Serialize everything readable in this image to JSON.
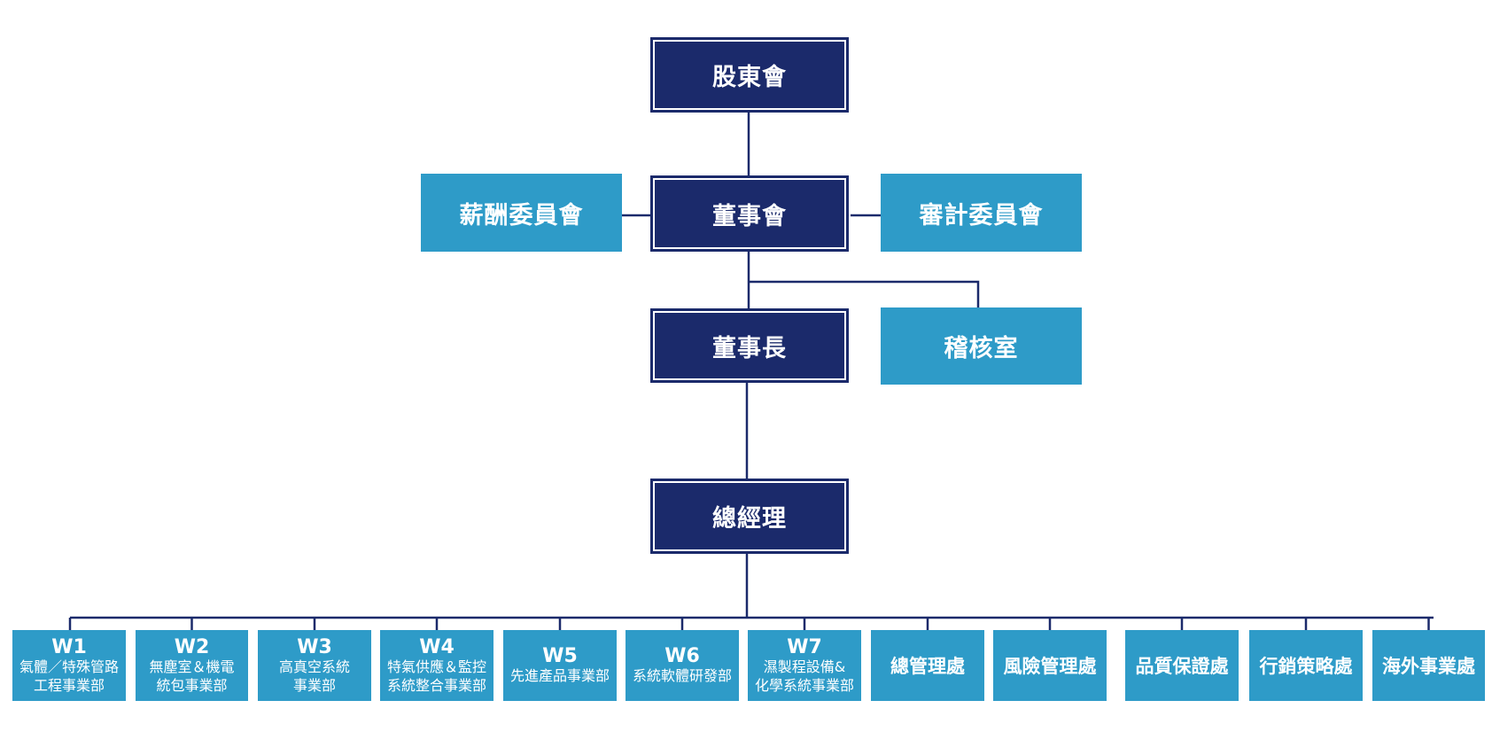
{
  "colors": {
    "dark": "#1b2a6b",
    "light": "#2e9bc8",
    "line": "#1b2a6b"
  },
  "top": {
    "shareholders": "股東會",
    "board": "董事會",
    "remuneration": "薪酬委員會",
    "audit_committee": "審計委員會",
    "chairman": "董事長",
    "internal_audit": "稽核室",
    "president": "總經理"
  },
  "divisions": [
    {
      "code": "W1",
      "name": [
        "氣體／特殊管路",
        "工程事業部"
      ]
    },
    {
      "code": "W2",
      "name": [
        "無塵室＆機電",
        "統包事業部"
      ]
    },
    {
      "code": "W3",
      "name": [
        "高真空系統",
        "事業部"
      ]
    },
    {
      "code": "W4",
      "name": [
        "特氣供應＆監控",
        "系統整合事業部"
      ]
    },
    {
      "code": "W5",
      "name": [
        "先進產品事業部"
      ]
    },
    {
      "code": "W6",
      "name": [
        "系統軟體研發部"
      ]
    },
    {
      "code": "W7",
      "name": [
        "濕製程設備&",
        "化學系統事業部"
      ]
    },
    {
      "code": "",
      "name": [
        "總管理處"
      ]
    },
    {
      "code": "",
      "name": [
        "風險管理處"
      ]
    },
    {
      "code": "",
      "name": [
        "品質保證處"
      ]
    },
    {
      "code": "",
      "name": [
        "行銷策略處"
      ]
    },
    {
      "code": "",
      "name": [
        "海外事業處"
      ]
    }
  ]
}
